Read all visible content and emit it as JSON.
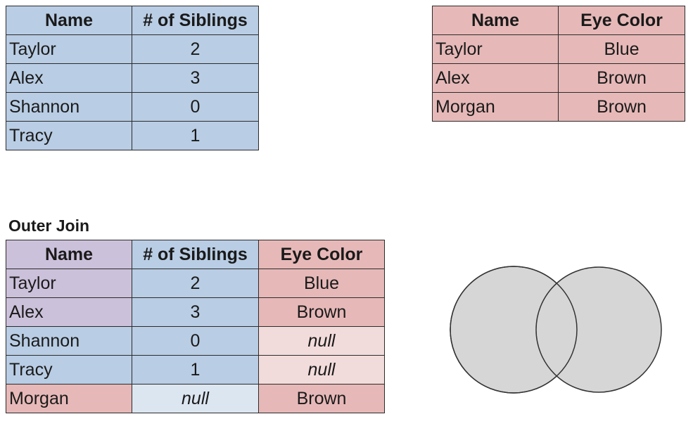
{
  "siblings_table": {
    "headers": [
      "Name",
      "# of Siblings"
    ],
    "rows": [
      [
        "Taylor",
        "2"
      ],
      [
        "Alex",
        "3"
      ],
      [
        "Shannon",
        "0"
      ],
      [
        "Tracy",
        "1"
      ]
    ]
  },
  "eyecolor_table": {
    "headers": [
      "Name",
      "Eye Color"
    ],
    "rows": [
      [
        "Taylor",
        "Blue"
      ],
      [
        "Alex",
        "Brown"
      ],
      [
        "Morgan",
        "Brown"
      ]
    ]
  },
  "outer_join": {
    "title": "Outer Join",
    "headers": [
      "Name",
      "# of Siblings",
      "Eye Color"
    ],
    "rows": [
      [
        "Taylor",
        "2",
        "Blue"
      ],
      [
        "Alex",
        "3",
        "Brown"
      ],
      [
        "Shannon",
        "0",
        "null"
      ],
      [
        "Tracy",
        "1",
        "null"
      ],
      [
        "Morgan",
        "null",
        "Brown"
      ]
    ]
  },
  "colors": {
    "blue": "#b9cde4",
    "red": "#e6b9b8",
    "purple": "#ccc1da",
    "red_light": "#f2dcdb",
    "blue_light": "#dce6f1",
    "venn_fill": "#d6d6d6",
    "venn_stroke": "#333333"
  },
  "venn": {
    "sets": [
      "left",
      "right"
    ],
    "highlighted_region": "union"
  }
}
